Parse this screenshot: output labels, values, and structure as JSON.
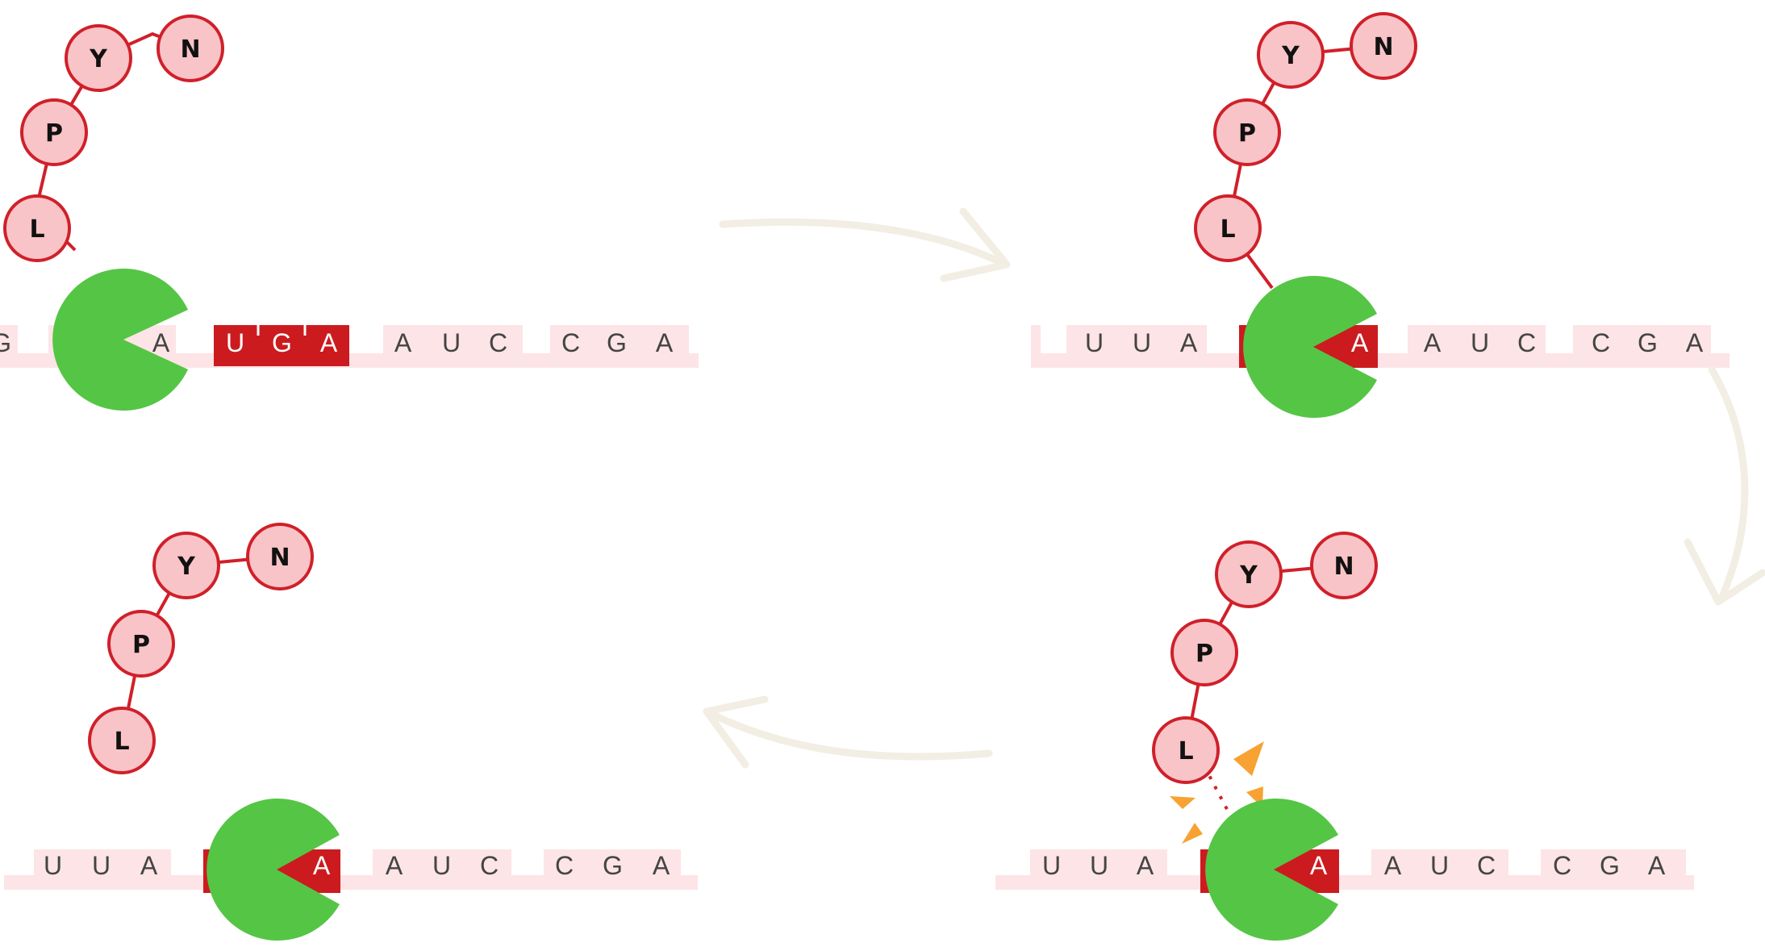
{
  "colors": {
    "strand": "#fde4e6",
    "stop_codon": "#cc1b1f",
    "amino_fill": "#f9c4c7",
    "amino_stroke": "#d0202a",
    "ribosome": "#55c545",
    "arrow": "#f2eee3",
    "spark": "#f7a233"
  },
  "icons": {
    "ribosome": "ribosome-pacman",
    "break": "bond-break-burst",
    "arrow": "curved-arrow"
  },
  "panel1": {
    "chain": [
      "L",
      "P",
      "Y",
      "N"
    ],
    "codons": [
      {
        "bases": [
          "G"
        ],
        "stop": false
      },
      {
        "bases": [
          "A"
        ],
        "stop": false
      },
      {
        "bases": [
          "U",
          "G",
          "A"
        ],
        "stop": true
      },
      {
        "bases": [
          "A",
          "U",
          "C"
        ],
        "stop": false
      },
      {
        "bases": [
          "C",
          "G",
          "A"
        ],
        "stop": false
      }
    ]
  },
  "panel2": {
    "chain": [
      "L",
      "P",
      "Y",
      "N"
    ],
    "codons": [
      {
        "bases": [
          "U",
          "U",
          "A"
        ],
        "stop": false
      },
      {
        "bases": [
          "A"
        ],
        "stop": true
      },
      {
        "bases": [
          "A",
          "U",
          "C"
        ],
        "stop": false
      },
      {
        "bases": [
          "C",
          "G",
          "A"
        ],
        "stop": false
      }
    ]
  },
  "panel3": {
    "chain": [
      "L",
      "P",
      "Y",
      "N"
    ],
    "codons": [
      {
        "bases": [
          "U",
          "U",
          "A"
        ],
        "stop": false
      },
      {
        "bases": [
          "A"
        ],
        "stop": true
      },
      {
        "bases": [
          "A",
          "U",
          "C"
        ],
        "stop": false
      },
      {
        "bases": [
          "C",
          "G",
          "A"
        ],
        "stop": false
      }
    ]
  },
  "panel4": {
    "chain": [
      "L",
      "P",
      "Y",
      "N"
    ],
    "codons": [
      {
        "bases": [
          "U",
          "U",
          "A"
        ],
        "stop": false
      },
      {
        "bases": [
          "A"
        ],
        "stop": true
      },
      {
        "bases": [
          "A",
          "U",
          "C"
        ],
        "stop": false
      },
      {
        "bases": [
          "C",
          "G",
          "A"
        ],
        "stop": false
      }
    ]
  }
}
